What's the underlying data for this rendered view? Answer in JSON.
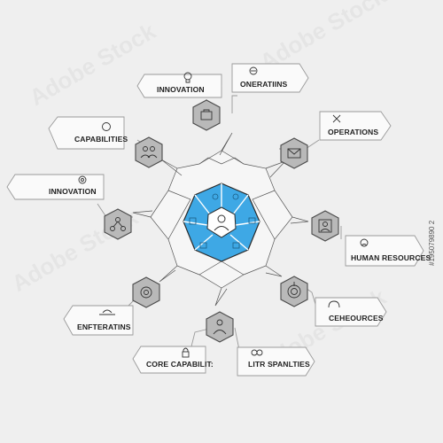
{
  "watermark": "Adobe Stock",
  "side_code": "#195079890 2",
  "labels": [
    {
      "id": "innovation-top",
      "text": "INNOVATION",
      "icon": "lightbulb-icon"
    },
    {
      "id": "oneratiins",
      "text": "ONERATIINS",
      "icon": "people-icon"
    },
    {
      "id": "operations",
      "text": "OPERATIONS",
      "icon": "tools-icon"
    },
    {
      "id": "capabilities",
      "text": "CAPABILITIES",
      "icon": "brain-icon"
    },
    {
      "id": "innovation-left",
      "text": "INNOVATION",
      "icon": "gear-icon"
    },
    {
      "id": "human-resources",
      "text": "HUMAN RESOURCES",
      "icon": "person-icon"
    },
    {
      "id": "ceheources",
      "text": "CEHEOURCES",
      "icon": "headset-icon"
    },
    {
      "id": "enfteratins",
      "text": "ENFTERATINS",
      "icon": "sunrise-icon"
    },
    {
      "id": "core-capabilit",
      "text": "CORE CAPABILIT:",
      "icon": "padlock-icon"
    },
    {
      "id": "litr-spanlties",
      "text": "LITR SPANLTIES",
      "icon": "group-icon"
    }
  ],
  "nodes": [
    {
      "id": "briefcase",
      "icon": "briefcase-icon"
    },
    {
      "id": "envelope",
      "icon": "envelope-icon"
    },
    {
      "id": "people",
      "icon": "people-icon"
    },
    {
      "id": "profile",
      "icon": "user-icon"
    },
    {
      "id": "network",
      "icon": "network-icon"
    },
    {
      "id": "target",
      "icon": "target-icon"
    },
    {
      "id": "gear",
      "icon": "gear-icon"
    },
    {
      "id": "person",
      "icon": "person-icon"
    }
  ],
  "colors": {
    "accent": "#3ea8e5",
    "hex_fill": "#b9b9b9",
    "hex_stroke": "#4a4a4a",
    "background": "#efefef"
  }
}
